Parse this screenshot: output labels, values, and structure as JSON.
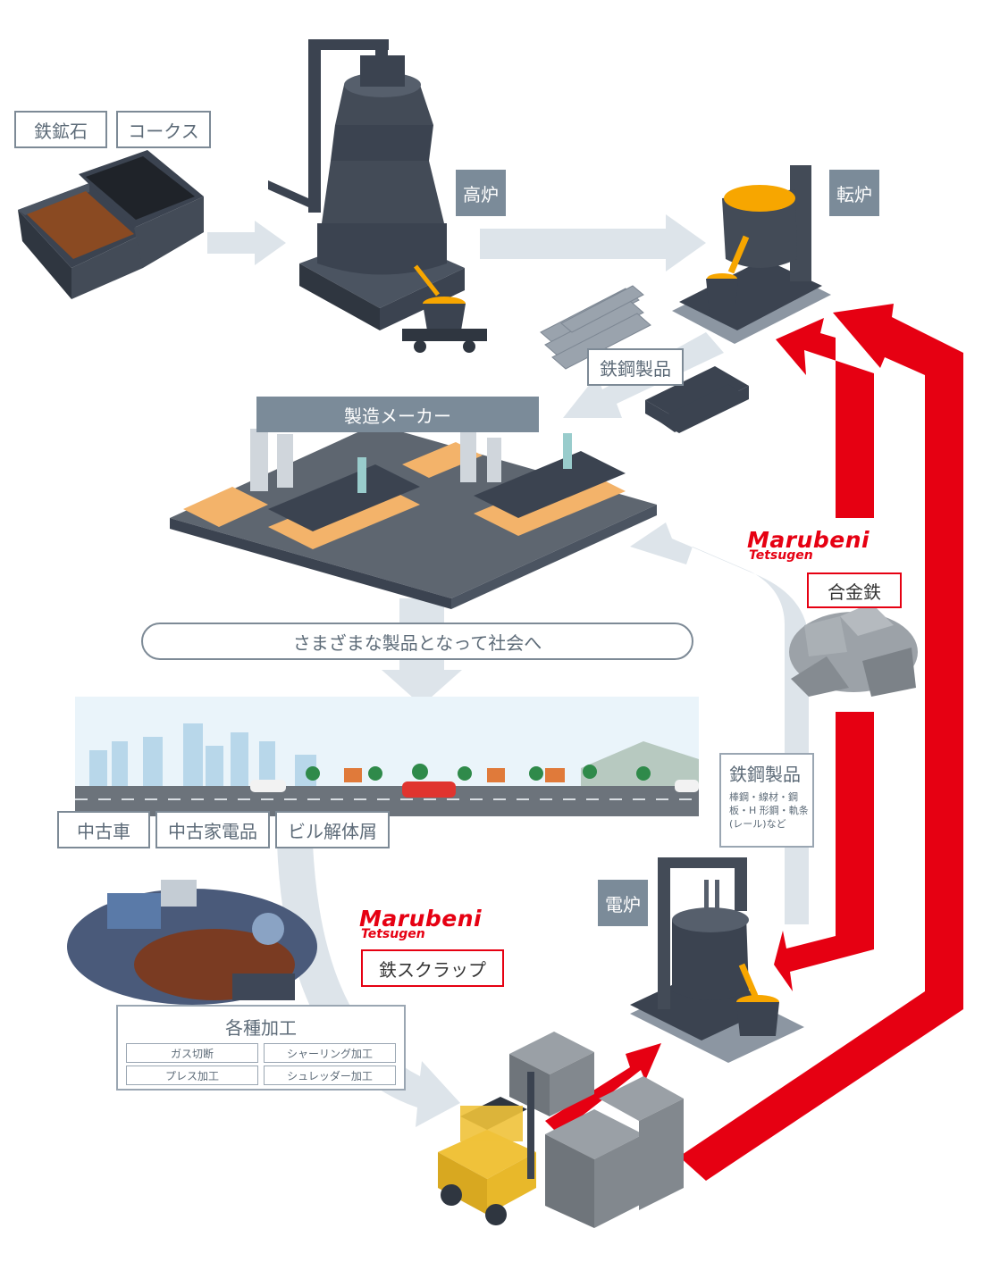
{
  "labels": {
    "iron_ore": "鉄鉱石",
    "coke": "コークス",
    "blast_furnace": "高炉",
    "converter": "転炉",
    "steel_products_top": "鉄鋼製品",
    "manufacturer": "製造メーカー",
    "society": "さまざまな製品となって社会へ",
    "used_car": "中古車",
    "used_appliance": "中古家電品",
    "demolition": "ビル解体屑",
    "processing": "各種加工",
    "gas_cutting": "ガス切断",
    "shearing": "シャーリング加工",
    "press": "プレス加工",
    "shredder": "シュレッダー加工",
    "iron_scrap": "鉄スクラップ",
    "alloy_iron": "合金鉄",
    "electric_furnace": "電炉",
    "steel_products_right": "鉄鋼製品",
    "steel_products_detail": "棒鋼・線材・鋼板・H 形鋼・軌条(レール)など"
  },
  "logos": {
    "top": {
      "line1": "Marubeni",
      "line2": "Tetsugen"
    },
    "bottom": {
      "line1": "Marubeni",
      "line2": "Tetsugen"
    }
  },
  "colors": {
    "accent_red": "#e60012",
    "flow_gray": "#dde4ea",
    "label_gray": "#7b8b99",
    "machine_dark": "#3b4350",
    "molten": "#f7a600"
  }
}
